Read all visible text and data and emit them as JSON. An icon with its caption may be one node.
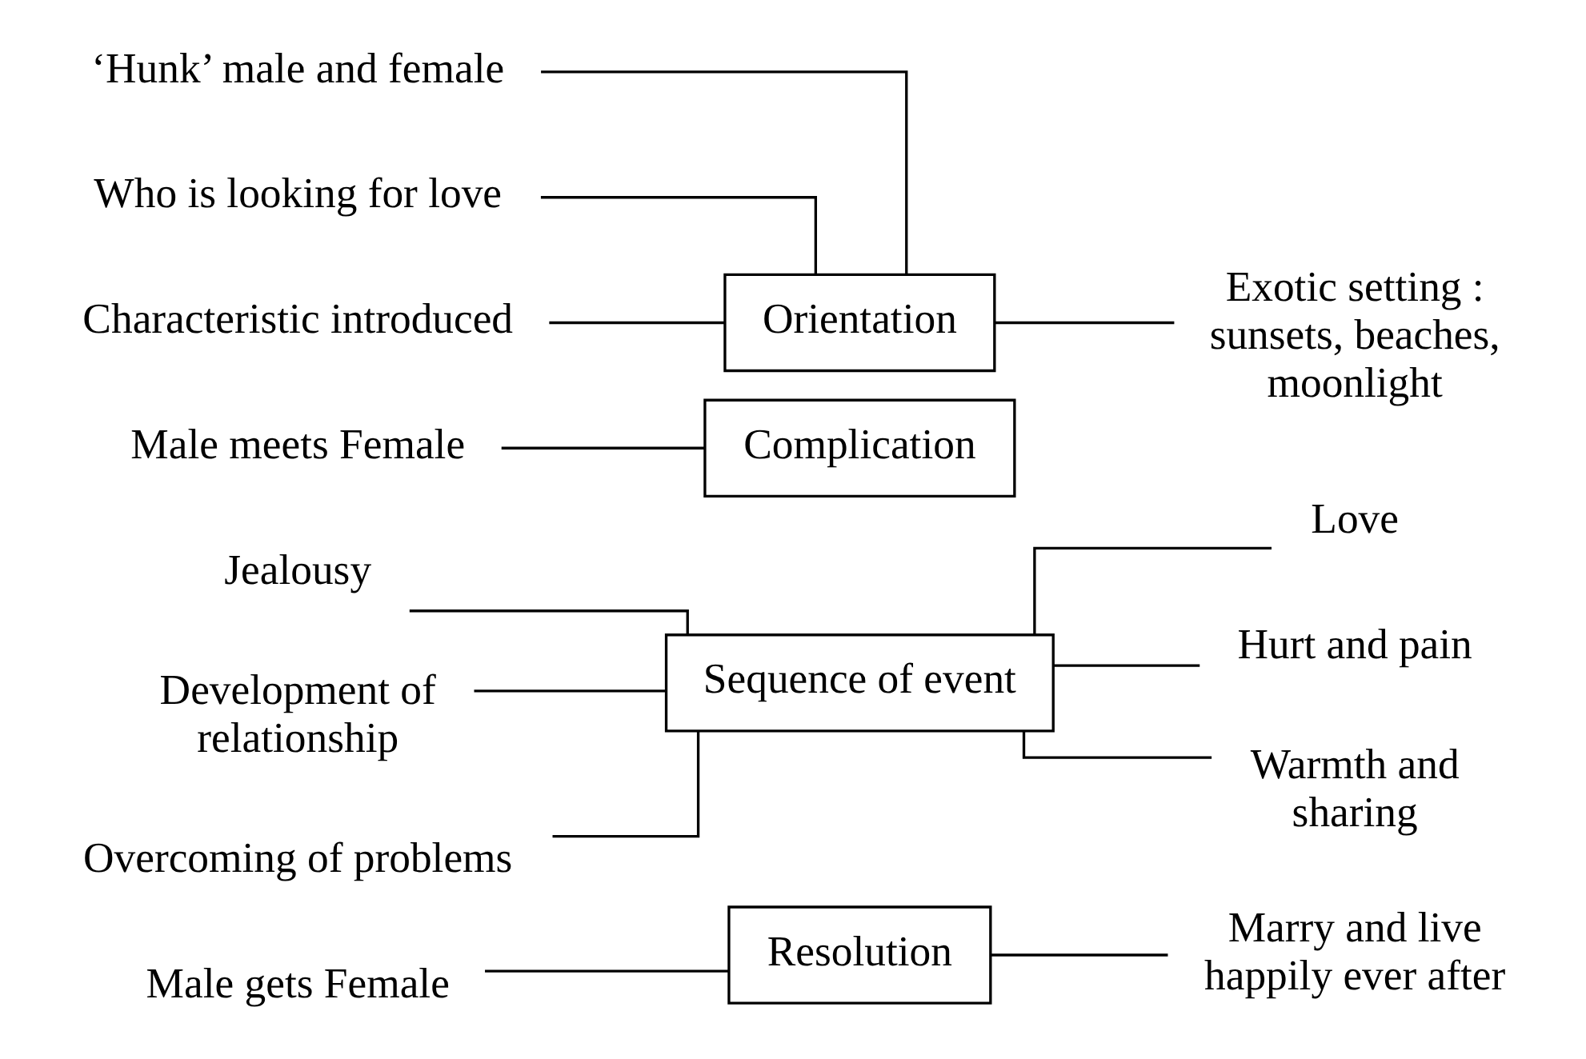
{
  "diagram": {
    "nodes": [
      {
        "text": [
          "‘Hunk’ male and female"
        ]
      },
      {
        "text": [
          "Who is looking for love"
        ]
      },
      {
        "text": [
          "Characteristic introduced"
        ]
      },
      {
        "text": [
          "Orientation"
        ]
      },
      {
        "text": [
          "Exotic setting : sunsets, beaches, moonlight"
        ]
      },
      {
        "text": [
          "Male meets Female"
        ]
      },
      {
        "text": [
          "Complication"
        ]
      },
      {
        "text": [
          "Jealousy"
        ]
      },
      {
        "text": [
          "Development of relationship"
        ]
      },
      {
        "text": [
          "Overcoming of problems"
        ]
      },
      {
        "text": [
          "Sequence of event"
        ]
      },
      {
        "text": [
          "Love"
        ]
      },
      {
        "text": [
          "Hurt and pain"
        ]
      },
      {
        "text": [
          "Warmth and sharing"
        ]
      },
      {
        "text": [
          "Male gets Female"
        ]
      },
      {
        "text": [
          "Resolution"
        ]
      },
      {
        "text": [
          "Marry and live happily ever after"
        ]
      }
    ],
    "edges": [
      {
        "from": 0,
        "to": 3,
        "arrow": "none"
      },
      {
        "from": 1,
        "to": 3,
        "arrow": "none"
      },
      {
        "from": 2,
        "to": 3,
        "arrow": "none"
      },
      {
        "from": 3,
        "to": 4,
        "arrow": "none"
      },
      {
        "from": 5,
        "to": 6,
        "arrow": "none"
      },
      {
        "from": 7,
        "to": 10,
        "arrow": "none"
      },
      {
        "from": 8,
        "to": 10,
        "arrow": "none"
      },
      {
        "from": 9,
        "to": 10,
        "arrow": "none"
      },
      {
        "from": 10,
        "to": 11,
        "arrow": "none"
      },
      {
        "from": 10,
        "to": 12,
        "arrow": "none"
      },
      {
        "from": 10,
        "to": 13,
        "arrow": "none"
      },
      {
        "from": 14,
        "to": 15,
        "arrow": "none"
      },
      {
        "from": 15,
        "to": 16,
        "arrow": "none"
      }
    ]
  }
}
